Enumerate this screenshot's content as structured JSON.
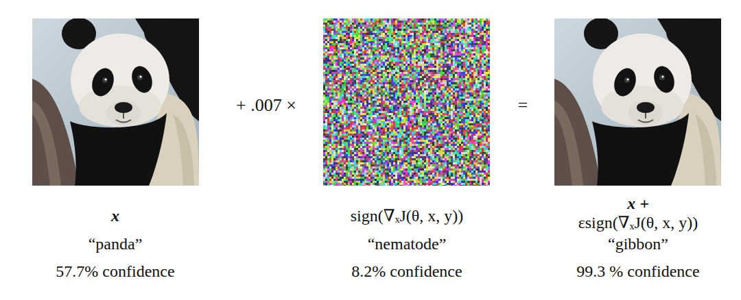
{
  "diagram": {
    "labels": [
      "x",
      "“panda”",
      "57.7% confidence",
      "+ .007 ×",
      "sign(∇ₓJ(θ, x, y))",
      "“nematode”",
      "8.2% confidence",
      "=",
      "x + εsign(∇ₓJ(θ, x, y))",
      "“gibbon”",
      "99.3 % confidence"
    ]
  }
}
